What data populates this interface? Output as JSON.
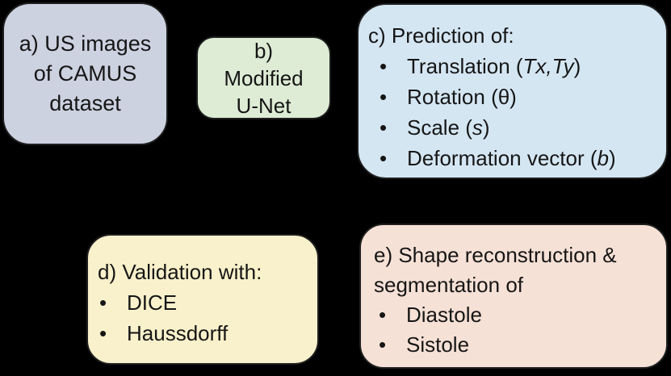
{
  "bullet": "•",
  "boxes": {
    "a": {
      "fill": "#cdd2e1",
      "lines": [
        "a) US images",
        "of CAMUS",
        "dataset"
      ]
    },
    "b": {
      "fill": "#deecd5",
      "lines": [
        "b)",
        "Modified",
        "U-Net"
      ]
    },
    "c": {
      "fill": "#d5e6f3",
      "heading": "c) Prediction of:",
      "items": [
        {
          "pre": "Translation (",
          "italic": "Tx,Ty",
          "post": ")"
        },
        {
          "pre": "Rotation (θ)",
          "italic": "",
          "post": ""
        },
        {
          "pre": "Scale (",
          "italic": "s",
          "post": ")"
        },
        {
          "pre": "Deformation vector (",
          "italic": "b",
          "post": ")"
        }
      ]
    },
    "d": {
      "fill": "#f9f1cb",
      "heading": "d) Validation with:",
      "items": [
        "DICE",
        "Haussdorff"
      ]
    },
    "e": {
      "fill": "#f6e1d6",
      "heading_line1": "e) Shape reconstruction &",
      "heading_line2": "segmentation of",
      "items": [
        "Diastole",
        "Sistole"
      ]
    }
  }
}
